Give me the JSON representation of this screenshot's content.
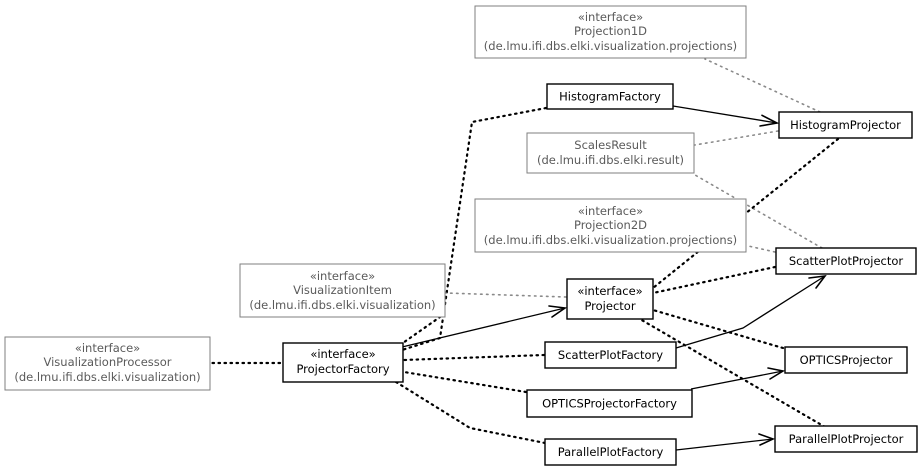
{
  "nodes": {
    "projection1d": {
      "stereotype": "«interface»",
      "name": "Projection1D",
      "package": "(de.lmu.ifi.dbs.elki.visualization.projections)"
    },
    "histogram_factory": {
      "name": "HistogramFactory"
    },
    "histogram_projector": {
      "name": "HistogramProjector"
    },
    "scales_result": {
      "name": "ScalesResult",
      "package": "(de.lmu.ifi.dbs.elki.result)"
    },
    "projection2d": {
      "stereotype": "«interface»",
      "name": "Projection2D",
      "package": "(de.lmu.ifi.dbs.elki.visualization.projections)"
    },
    "visualization_item": {
      "stereotype": "«interface»",
      "name": "VisualizationItem",
      "package": "(de.lmu.ifi.dbs.elki.visualization)"
    },
    "projector": {
      "stereotype": "«interface»",
      "name": "Projector"
    },
    "scatterplot_projector": {
      "name": "ScatterPlotProjector"
    },
    "visualization_processor": {
      "stereotype": "«interface»",
      "name": "VisualizationProcessor",
      "package": "(de.lmu.ifi.dbs.elki.visualization)"
    },
    "projector_factory": {
      "stereotype": "«interface»",
      "name": "ProjectorFactory"
    },
    "scatterplot_factory": {
      "name": "ScatterPlotFactory"
    },
    "optics_projector": {
      "name": "OPTICSProjector"
    },
    "optics_projector_factory": {
      "name": "OPTICSProjectorFactory"
    },
    "parallelplot_factory": {
      "name": "ParallelPlotFactory"
    },
    "parallelplot_projector": {
      "name": "ParallelPlotProjector"
    }
  },
  "colors": {
    "primary_border": "#000000",
    "secondary_border": "#7f7f7f",
    "secondary_text": "#5a5a5a",
    "background": "#ffffff"
  }
}
